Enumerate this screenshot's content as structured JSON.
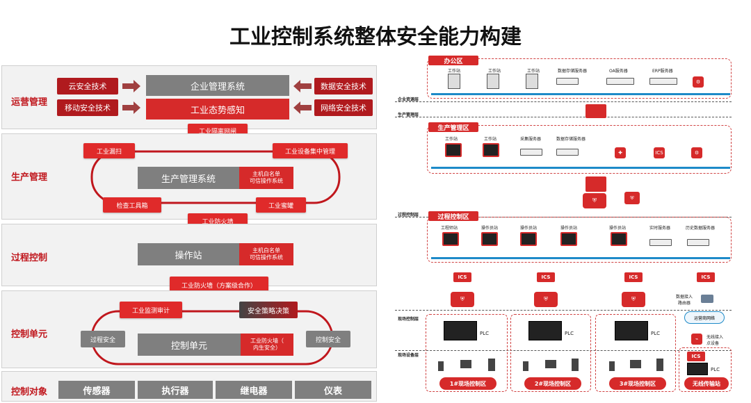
{
  "title": "工业控制系统整体安全能力构建",
  "left": {
    "ops": {
      "label": "运营管理",
      "left_boxes": [
        "云安全技术",
        "移动安全技术"
      ],
      "right_boxes": [
        "数据安全技术",
        "网络安全技术"
      ],
      "center_top": "企业管理系统",
      "center_bottom": "工业态势感知"
    },
    "gateway": "工业隔离网闸",
    "prod": {
      "label": "生产管理",
      "scan": "工业漏扫",
      "audit_mgmt": "工业设备集中管理",
      "system": "生产管理系统",
      "whitelist": "主机白名单\n可信操作系统",
      "toolbox": "检查工具箱",
      "honeypot": "工业蜜罐"
    },
    "fw1": "工业防火墙",
    "proc": {
      "label": "过程控制",
      "station": "操作站",
      "whitelist": "主机白名单\n可信操作系统"
    },
    "fw2": "工业防火墙（方案级合作）",
    "ctrl": {
      "label": "控制单元",
      "monitor": "工业监测审计",
      "policy": "安全策略决策",
      "proc_sec": "过程安全",
      "ctrl_sec": "控制安全",
      "unit": "控制单元",
      "fw": "工业防火墙（\n内生安全）"
    },
    "objects": {
      "label": "控制对象",
      "items": [
        "传感器",
        "执行器",
        "继电器",
        "仪表"
      ]
    }
  },
  "right": {
    "layers": [
      "企业资源层",
      "生产管理层",
      "过程控制层",
      "现场控制层",
      "现场设备层"
    ],
    "office": {
      "tag": "办公区",
      "devices": [
        "工作站",
        "工作站",
        "工作站",
        "数据存储服务器",
        "OA服务器",
        "ERP服务器"
      ]
    },
    "prod": {
      "tag": "生产管理区",
      "devices": [
        "工作站",
        "工作站",
        "采集服务器",
        "数据存储服务器"
      ]
    },
    "proc": {
      "tag": "过程控制区",
      "devices": [
        "工程师站",
        "操作员站",
        "操作员站",
        "操作员站",
        "操作员站",
        "实时服务器",
        "历史数据服务器"
      ]
    },
    "ics": "ICS",
    "plc": "PLC",
    "wireless": {
      "router": "数据接入\n路由器",
      "cloud": "运营商网络",
      "access": "无线接入\n点设备"
    },
    "sites": [
      "1#现场控制区",
      "2#现场控制区",
      "3#现场控制区",
      "无线传输站"
    ]
  },
  "colors": {
    "red": "#d62a2a",
    "dark_red": "#b01a1e",
    "grey": "#7f7f7f",
    "bus": "#1d8ac8"
  }
}
